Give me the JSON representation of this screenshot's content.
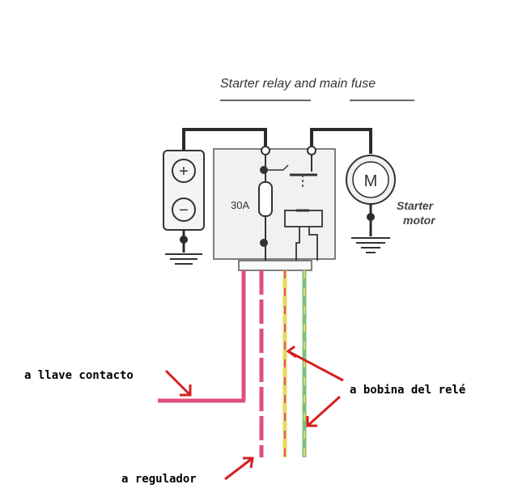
{
  "diagram": {
    "title": "Starter relay and main fuse",
    "fuse_rating": "30A",
    "motor_symbol": "M",
    "motor_label_line1": "Starter",
    "motor_label_line2": "motor",
    "battery_plus": "+",
    "battery_minus": "−"
  },
  "annotations": {
    "ignition": "a llave contacto",
    "relay_coil": "a bobina del relé",
    "regulator": "a regulador"
  },
  "colors": {
    "wire_dark": "#2b2b2b",
    "wire_red": "#e0507a",
    "wire_yellow": "#e8e060",
    "wire_green": "#7cc07c",
    "arrow_red": "#d81f1f",
    "box_fill": "#f1f1f1"
  }
}
